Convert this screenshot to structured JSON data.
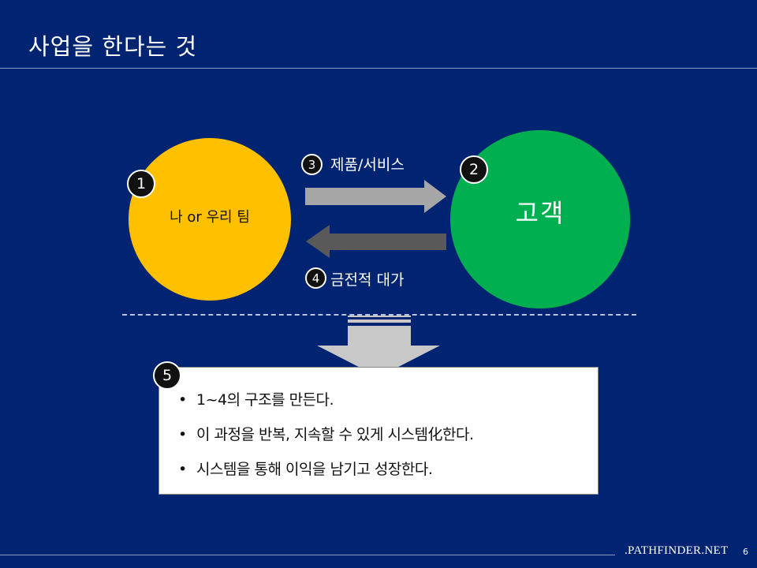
{
  "slide": {
    "title": "사업을 한다는 것",
    "page_number": "6",
    "brand": ".PATHFINDER.NET"
  },
  "diagram": {
    "me": {
      "badge": "1",
      "label": "나 or 우리 팀"
    },
    "customer": {
      "badge": "2",
      "label": "고객"
    },
    "product": {
      "badge": "3",
      "label": "제품/서비스"
    },
    "payment": {
      "badge": "4",
      "label": "금전적 대가"
    }
  },
  "summary": {
    "badge": "5",
    "items": [
      "1~4의 구조를 만든다.",
      "이 과정을 반복, 지속할 수 있게 시스템化한다.",
      "시스템을 통해 이익을 남기고 성장한다."
    ]
  },
  "colors": {
    "background": "#002472",
    "me_circle": "#ffc000",
    "customer_circle": "#00b050",
    "product_arrow": "#a6a6a6",
    "payment_arrow": "#595959"
  }
}
